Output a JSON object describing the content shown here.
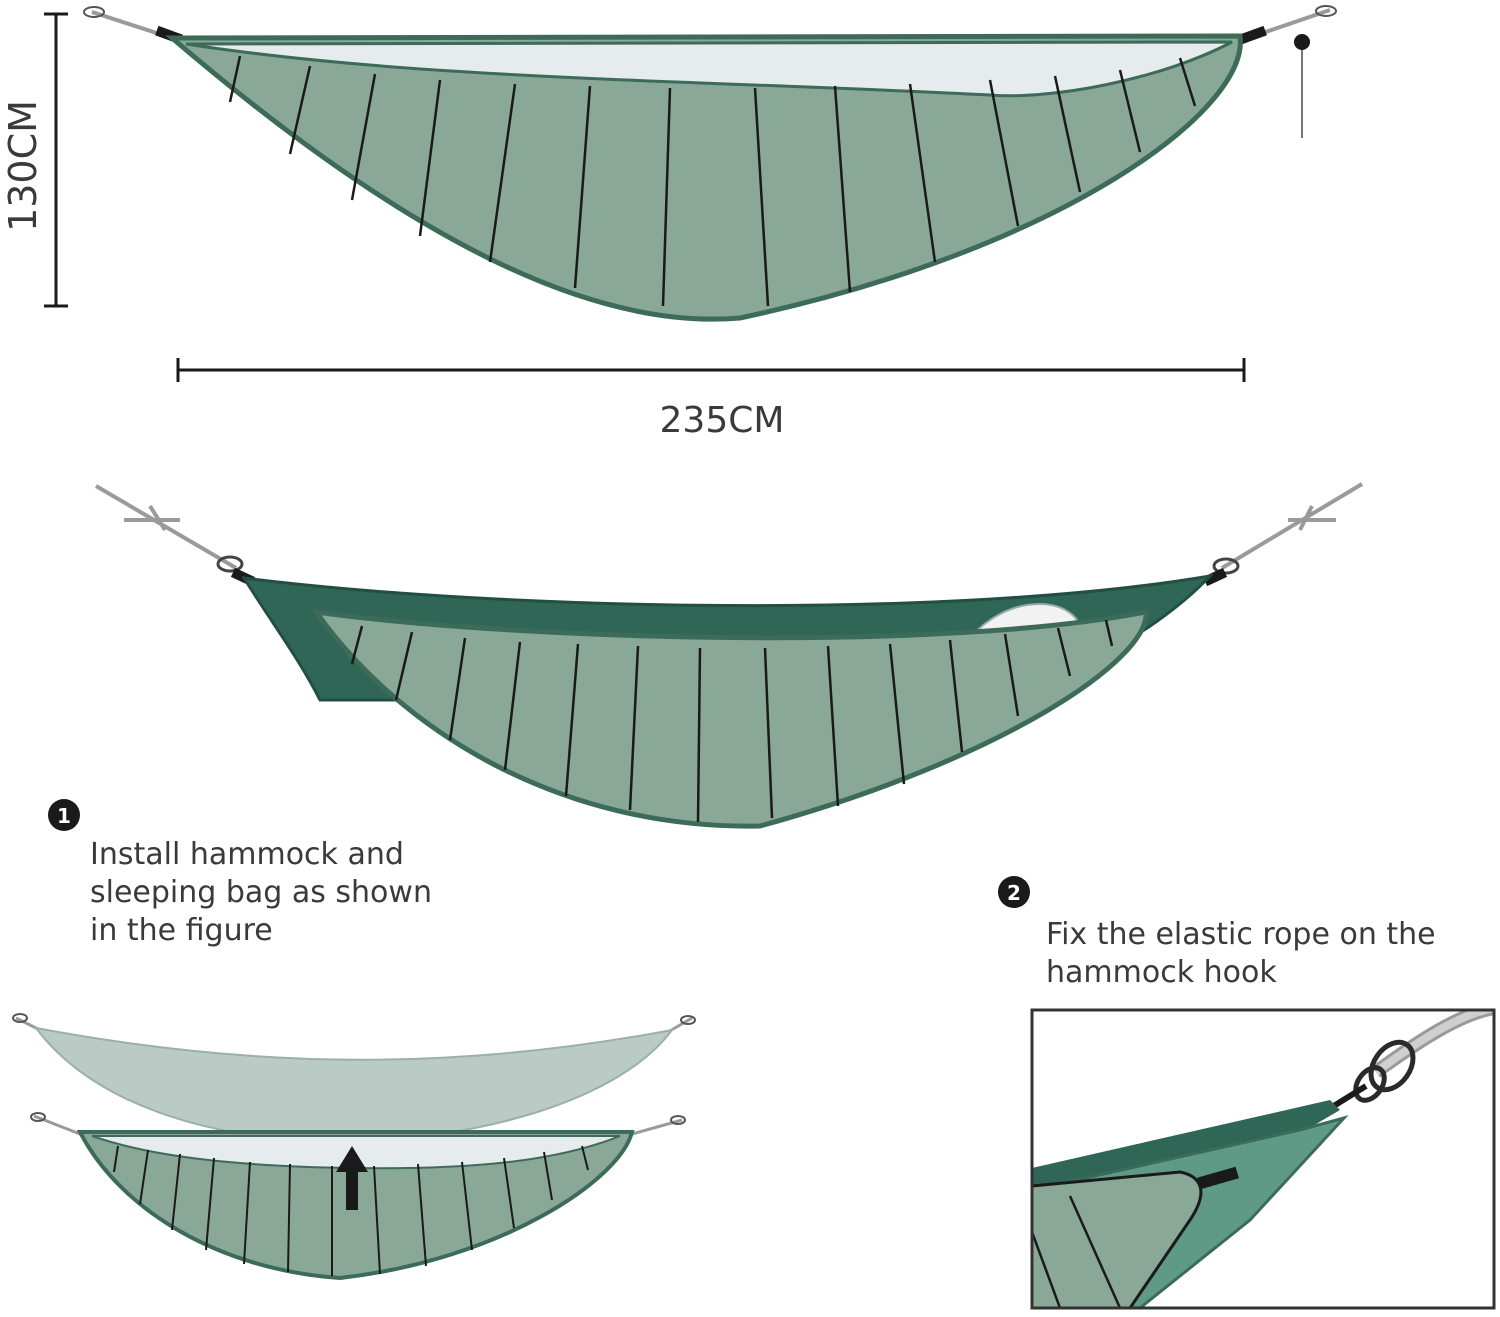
{
  "dimensions": {
    "height_label": "130CM",
    "width_label": "235CM"
  },
  "steps": [
    {
      "number": "1",
      "lines": [
        "Install hammock and",
        "sleeping bag as shown",
        "in the figure"
      ]
    },
    {
      "number": "2",
      "lines": [
        "Fix the elastic rope on the",
        "hammock  hook"
      ]
    }
  ],
  "colors": {
    "underquilt_fill": "#8aa898",
    "underquilt_edge": "#3d6b5a",
    "hammock_dark": "#2f6655",
    "hammock_light": "#b9cbc4",
    "liner": "#e6ebee",
    "rope": "#9a9a9a",
    "ink": "#1a1a1a"
  },
  "icons": [
    "carabiner-icon",
    "arrow-up-icon",
    "sleeping-person-icon",
    "hook-icon"
  ]
}
